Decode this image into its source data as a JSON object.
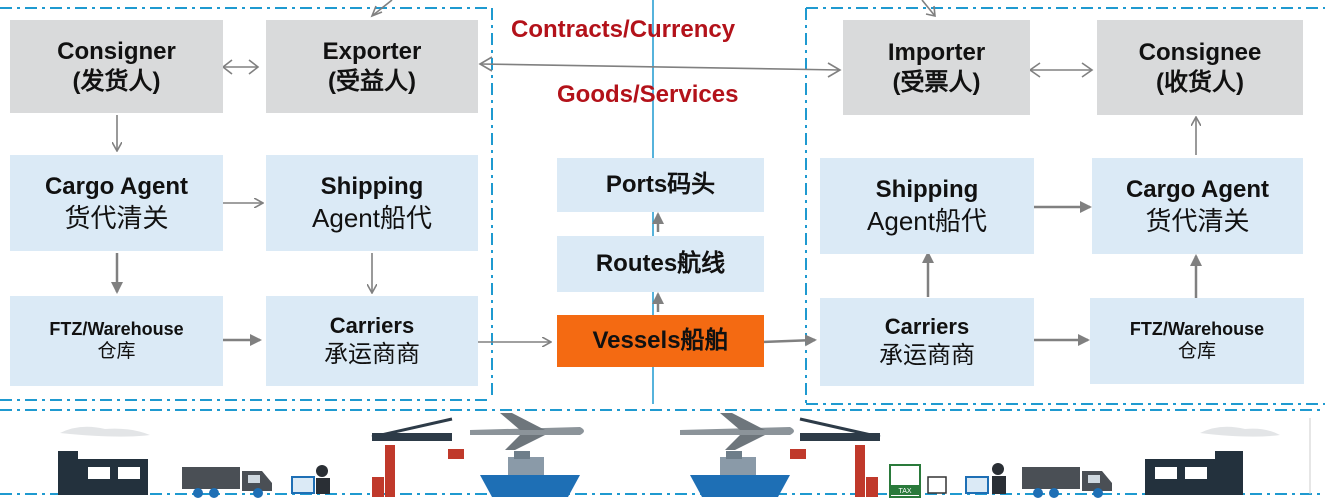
{
  "top": {
    "flow_top": "Contracts/Currency",
    "flow_bottom": "Goods/Services"
  },
  "left": {
    "consigner": {
      "l1": "Consigner",
      "l2": "(发货人)"
    },
    "exporter": {
      "l1": "Exporter",
      "l2": "(受益人)"
    },
    "cargo_agent": {
      "l1": "Cargo Agent",
      "l2": "货代清关"
    },
    "shipping_agent": {
      "l1": "Shipping",
      "l2": "Agent船代"
    },
    "ftz": {
      "l1": "FTZ/Warehouse",
      "l2": "仓库"
    },
    "carriers": {
      "l1": "Carriers",
      "l2": "承运商商"
    }
  },
  "center": {
    "ports": "Ports码头",
    "routes": "Routes航线",
    "vessels": "Vessels船舶"
  },
  "right": {
    "importer": {
      "l1": "Importer",
      "l2": "(受票人)"
    },
    "consignee": {
      "l1": "Consignee",
      "l2": "(收货人)"
    },
    "shipping_agent": {
      "l1": "Shipping",
      "l2": "Agent船代"
    },
    "cargo_agent": {
      "l1": "Cargo Agent",
      "l2": "货代清关"
    },
    "carriers": {
      "l1": "Carriers",
      "l2": "承运商商"
    },
    "ftz": {
      "l1": "FTZ/Warehouse",
      "l2": "仓库"
    }
  },
  "icons": {
    "tax_label": "TAX"
  },
  "colors": {
    "gray_box": "#d9dadb",
    "blue_box": "#dbeaf6",
    "orange_box": "#f46a12",
    "red_text": "#b3121a",
    "dash_line": "#1f9ad0",
    "arrow": "#808080"
  }
}
